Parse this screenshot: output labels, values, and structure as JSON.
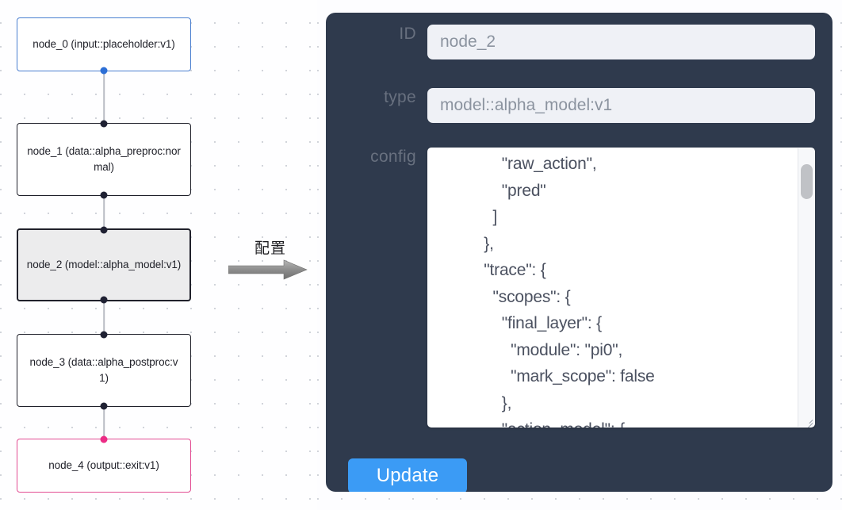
{
  "canvas": {
    "arrow_annotation": {
      "label": "配置",
      "icon": "arrow-right-icon"
    }
  },
  "graph": {
    "nodes": [
      {
        "id": "node_0",
        "title": "node_0",
        "subtitle": "(input::placeholder:v1)",
        "text": "node_0\n(input::placeholder:v1)",
        "kind": "input",
        "selected": false,
        "border_color": "#4a7fd0",
        "handle_color": "#2d6fd6"
      },
      {
        "id": "node_1",
        "title": "node_1",
        "subtitle": "(data::alpha_preproc:normal)",
        "text": "node_1\n(data::alpha_preproc:normal)",
        "kind": "data",
        "selected": false,
        "border_color": "#20212b",
        "handle_color": "#1f2133"
      },
      {
        "id": "node_2",
        "title": "node_2",
        "subtitle": "(model::alpha_model:v1)",
        "text": "node_2\n(model::alpha_model:v1)",
        "kind": "model",
        "selected": true,
        "border_color": "#20212b",
        "handle_color": "#1f2133"
      },
      {
        "id": "node_3",
        "title": "node_3",
        "subtitle": "(data::alpha_postproc:v1)",
        "text": "node_3\n(data::alpha_postproc:v1)",
        "kind": "data",
        "selected": false,
        "border_color": "#20212b",
        "handle_color": "#1f2133"
      },
      {
        "id": "node_4",
        "title": "node_4",
        "subtitle": "(output::exit:v1)",
        "text": "node_4\n(output::exit:v1)",
        "kind": "output",
        "selected": false,
        "border_color": "#e24b92",
        "handle_color": "#ec2d86"
      }
    ]
  },
  "panel": {
    "background_color": "#2f3a4d",
    "fields": {
      "id": {
        "label": "ID",
        "value": "node_2"
      },
      "type": {
        "label": "type",
        "value": "model::alpha_model:v1"
      },
      "config": {
        "label": "config",
        "value": "      \"raw_action\",\n      \"pred\"\n    ]\n  },\n  \"trace\": {\n    \"scopes\": {\n      \"final_layer\": {\n        \"module\": \"pi0\",\n        \"mark_scope\": false\n      },\n      \"action_model\": {"
      }
    },
    "update_button": {
      "label": "Update",
      "color": "#3b9bf5"
    },
    "scrollbar": {
      "thumb_color": "#c0c2c6"
    }
  }
}
